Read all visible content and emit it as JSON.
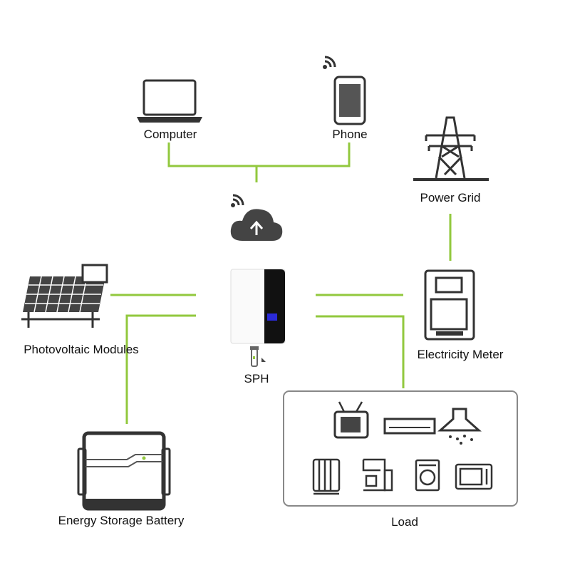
{
  "labels": {
    "computer": "Computer",
    "phone": "Phone",
    "power_grid": "Power Grid",
    "pv": "Photovoltaic Modules",
    "sph": "SPH",
    "meter": "Electricity Meter",
    "battery": "Energy Storage Battery",
    "load": "Load"
  },
  "colors": {
    "connection_line": "#92c83e",
    "icon_stroke": "#333333",
    "display": "#2a2ad8"
  },
  "icons": [
    "laptop-icon",
    "smartphone-icon",
    "wifi-icon",
    "cloud-upload-icon",
    "transmission-tower-icon",
    "solar-panel-icon",
    "inverter-icon",
    "wifi-dongle-icon",
    "electricity-meter-icon",
    "battery-icon",
    "tv-icon",
    "air-conditioner-icon",
    "range-hood-icon",
    "radiator-icon",
    "coffee-machine-icon",
    "washing-machine-icon",
    "microwave-icon"
  ]
}
